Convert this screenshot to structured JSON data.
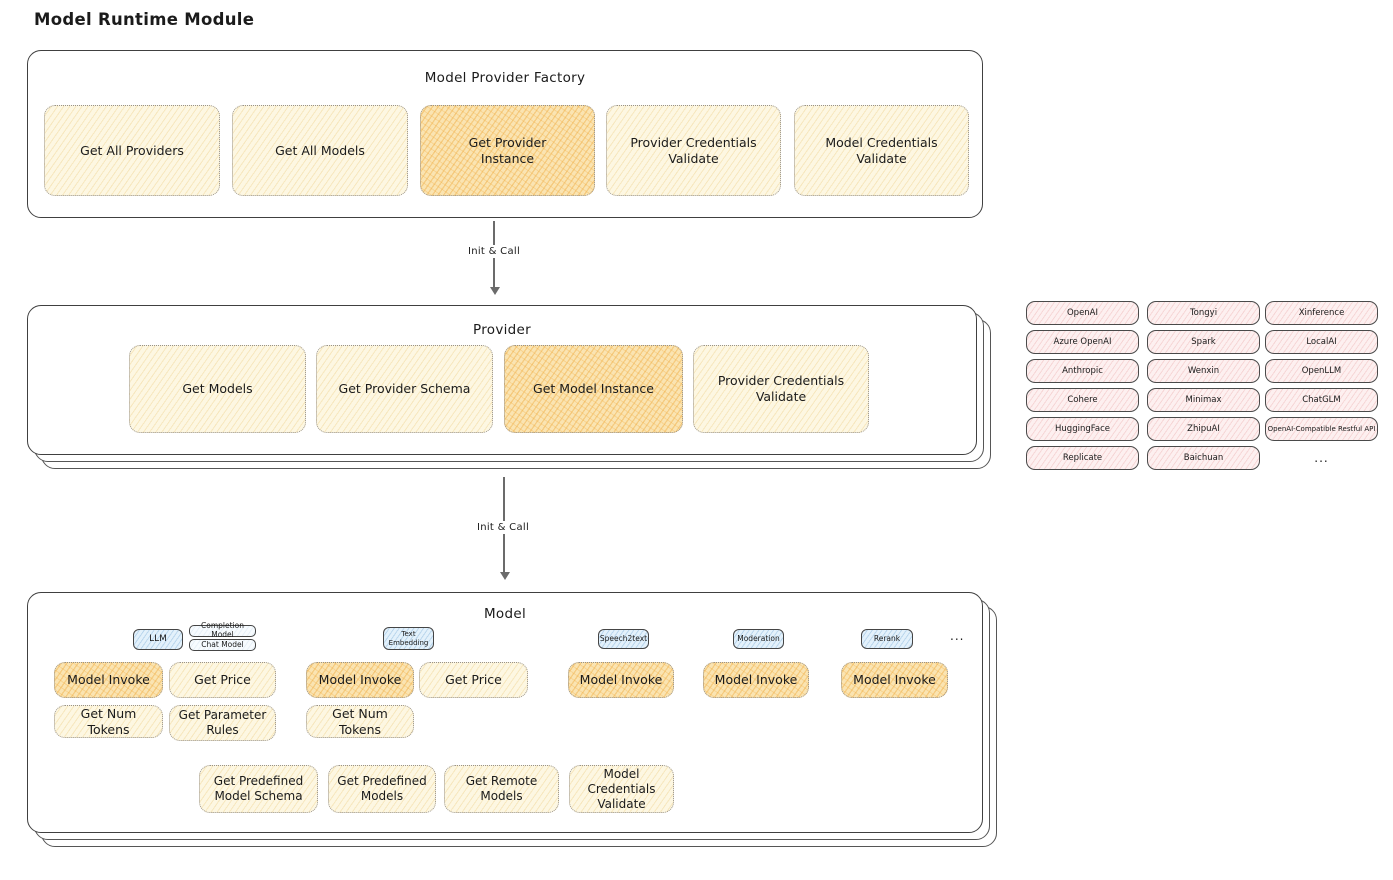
{
  "diagram_title": "Model Runtime Module",
  "colors": {
    "action_fill": "#fdf7e2",
    "highlight_fill": "#fae4b2",
    "vendor_fill": "#fdf0f0",
    "tag_fill": "#e3f1fb"
  },
  "factory": {
    "title": "Model Provider Factory",
    "items": [
      {
        "label": "Get All Providers",
        "highlighted": false
      },
      {
        "label": "Get All Models",
        "highlighted": false
      },
      {
        "label": "Get Provider Instance",
        "highlighted": true
      },
      {
        "label": "Provider Credentials Validate",
        "highlighted": false
      },
      {
        "label": "Model Credentials Validate",
        "highlighted": false
      }
    ]
  },
  "arrows": [
    {
      "label": "Init & Call"
    },
    {
      "label": "Init & Call"
    }
  ],
  "provider": {
    "title": "Provider",
    "items": [
      {
        "label": "Get Models",
        "highlighted": false
      },
      {
        "label": "Get Provider Schema",
        "highlighted": false
      },
      {
        "label": "Get Model Instance",
        "highlighted": true
      },
      {
        "label": "Provider Credentials Validate",
        "highlighted": false
      }
    ]
  },
  "vendors": {
    "col1": [
      "OpenAI",
      "Azure OpenAI",
      "Anthropic",
      "Cohere",
      "HuggingFace",
      "Replicate"
    ],
    "col2": [
      "Tongyi",
      "Spark",
      "Wenxin",
      "Minimax",
      "ZhipuAI",
      "Baichuan"
    ],
    "col3": [
      "Xinference",
      "LocalAI",
      "OpenLLM",
      "ChatGLM",
      "OpenAI-Compatible Restful API"
    ],
    "more": "..."
  },
  "model": {
    "title": "Model",
    "tags": [
      {
        "label": "LLM"
      },
      {
        "label": "Completion Model"
      },
      {
        "label": "Chat Model"
      },
      {
        "label": "Text Embedding"
      },
      {
        "label": "Speech2text"
      },
      {
        "label": "Moderation"
      },
      {
        "label": "Rerank"
      }
    ],
    "tags_more": "...",
    "actions_row1": [
      {
        "label": "Model Invoke",
        "highlighted": true
      },
      {
        "label": "Get Price",
        "highlighted": false
      },
      {
        "label": "Model Invoke",
        "highlighted": true
      },
      {
        "label": "Get Price",
        "highlighted": false
      },
      {
        "label": "Model Invoke",
        "highlighted": true
      },
      {
        "label": "Model Invoke",
        "highlighted": true
      },
      {
        "label": "Model Invoke",
        "highlighted": true
      }
    ],
    "actions_row2": [
      {
        "label": "Get Num Tokens"
      },
      {
        "label": "Get Parameter Rules"
      },
      {
        "label": "Get Num Tokens"
      }
    ],
    "shared_actions": [
      {
        "label": "Get Predefined Model Schema"
      },
      {
        "label": "Get Predefined Models"
      },
      {
        "label": "Get Remote Models"
      },
      {
        "label": "Model Credentials Validate"
      }
    ]
  }
}
